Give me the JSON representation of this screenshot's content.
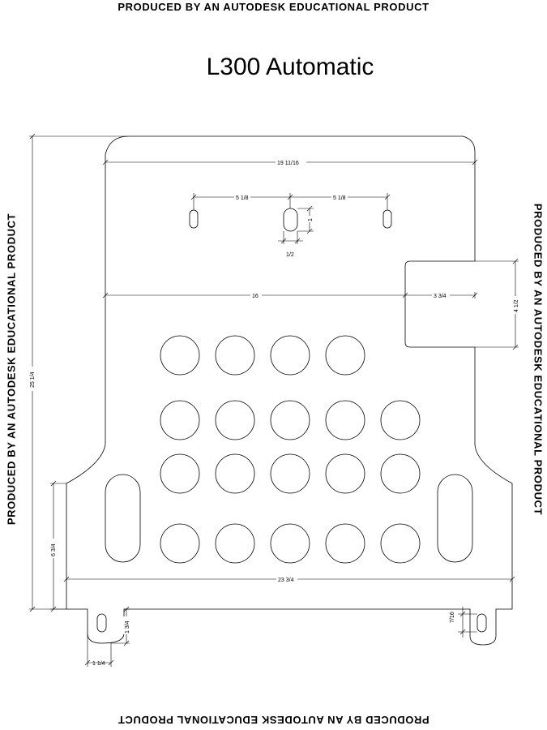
{
  "watermark": "PRODUCED BY AN AUTODESK EDUCATIONAL PRODUCT",
  "title": "L300 Automatic",
  "dimensions": {
    "overall_height": "25 1/4",
    "top_width": "19 11/16",
    "upper_slot_left_spacing": "5 1/8",
    "upper_slot_right_spacing": "5 1/8",
    "center_slot_height": "1",
    "center_slot_width": "1/2",
    "mid_width": "16",
    "side_tab_width": "3 3/4",
    "side_tab_height": "4 1/2",
    "lower_left_height": "6 3/4",
    "bottom_width": "23 3/4",
    "left_tab_height": "1 3/4",
    "left_tab_width": "1 1/4",
    "right_tab_width": "7/16"
  },
  "holes": {
    "row1_count": 4,
    "row2_count": 5,
    "row3_count": 5,
    "row4_count": 5
  }
}
